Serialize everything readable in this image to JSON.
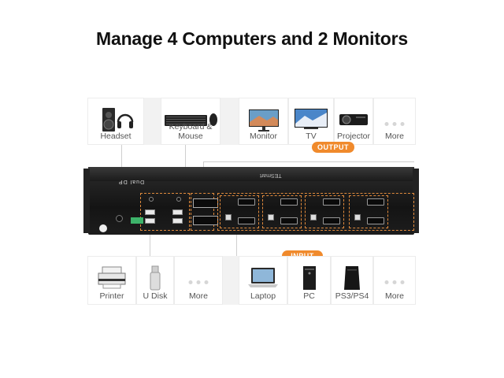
{
  "title": "Manage 4 Computers and 2 Monitors",
  "badges": {
    "output": "OUTPUT",
    "input": "INPUT"
  },
  "device": {
    "brand": "TESmart",
    "side_label": "Dual DP"
  },
  "top_items": [
    {
      "label": "Headset",
      "icon": "speaker-headphone-icon"
    },
    {
      "label": "Keyboard & Mouse",
      "icon": "keyboard-mouse-icon"
    },
    {
      "label": "Monitor",
      "icon": "monitor-icon"
    },
    {
      "label": "TV",
      "icon": "tv-icon"
    },
    {
      "label": "Projector",
      "icon": "projector-icon"
    },
    {
      "label": "More",
      "icon": "more-dots-icon"
    }
  ],
  "bottom_items": [
    {
      "label": "Printer",
      "icon": "printer-icon"
    },
    {
      "label": "U Disk",
      "icon": "usb-disk-icon"
    },
    {
      "label": "More",
      "icon": "more-dots-icon"
    },
    {
      "label": "Laptop",
      "icon": "laptop-icon"
    },
    {
      "label": "PC",
      "icon": "pc-tower-icon"
    },
    {
      "label": "PS3/PS4",
      "icon": "console-icon"
    },
    {
      "label": "More",
      "icon": "more-dots-icon"
    }
  ],
  "colors": {
    "accent": "#f08a2c",
    "device": "#1a1a1a"
  }
}
